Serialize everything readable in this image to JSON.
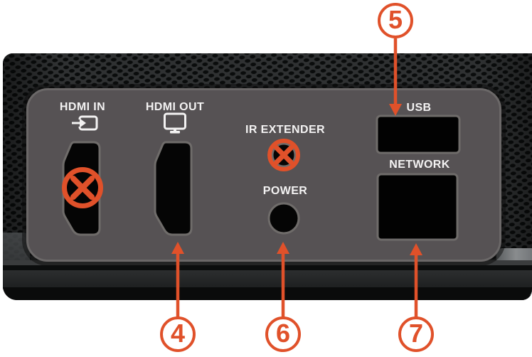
{
  "figure": {
    "description": "Rear I/O panel of a video conferencing device with numbered callouts",
    "colors": {
      "accent_orange": "#E0512A",
      "panel_gray": "#565254",
      "port_black": "#050505",
      "label_white": "#F3F2F2"
    },
    "ports": {
      "hdmi_in": {
        "label": "HDMI IN",
        "icon": "hdmi-input-icon",
        "status": "crossed-out"
      },
      "hdmi_out": {
        "label": "HDMI OUT",
        "icon": "display-icon",
        "callout": "4"
      },
      "ir_extender": {
        "label": "IR EXTENDER",
        "status": "crossed-out"
      },
      "power": {
        "label": "POWER",
        "callout": "6"
      },
      "usb": {
        "label": "USB",
        "callout": "5"
      },
      "network": {
        "label": "NETWORK",
        "callout": "7"
      }
    },
    "callouts": {
      "c4": {
        "number": "4",
        "target": "HDMI OUT"
      },
      "c5": {
        "number": "5",
        "target": "USB"
      },
      "c6": {
        "number": "6",
        "target": "POWER"
      },
      "c7": {
        "number": "7",
        "target": "NETWORK"
      }
    }
  }
}
